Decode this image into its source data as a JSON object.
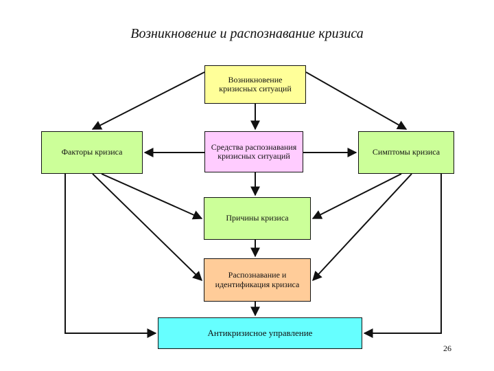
{
  "title": "Возникновение и распознавание кризиса",
  "boxes": {
    "emergence": {
      "label": "Возникновение кризисных ситуаций",
      "color": "#ffff99"
    },
    "means": {
      "label": "Средства распознавания кризисных ситуаций",
      "color": "#ffccff"
    },
    "factors": {
      "label": "Факторы кризиса",
      "color": "#ccff99"
    },
    "symptoms": {
      "label": "Симптомы кризиса",
      "color": "#ccff99"
    },
    "causes": {
      "label": "Причины кризиса",
      "color": "#ccff99"
    },
    "recognition": {
      "label": "Распознавание и идентификация кризиса",
      "color": "#ffcc99"
    },
    "anti_crisis": {
      "label": "Антикризисное управление",
      "color": "#66ffff"
    }
  },
  "page_number": "26"
}
